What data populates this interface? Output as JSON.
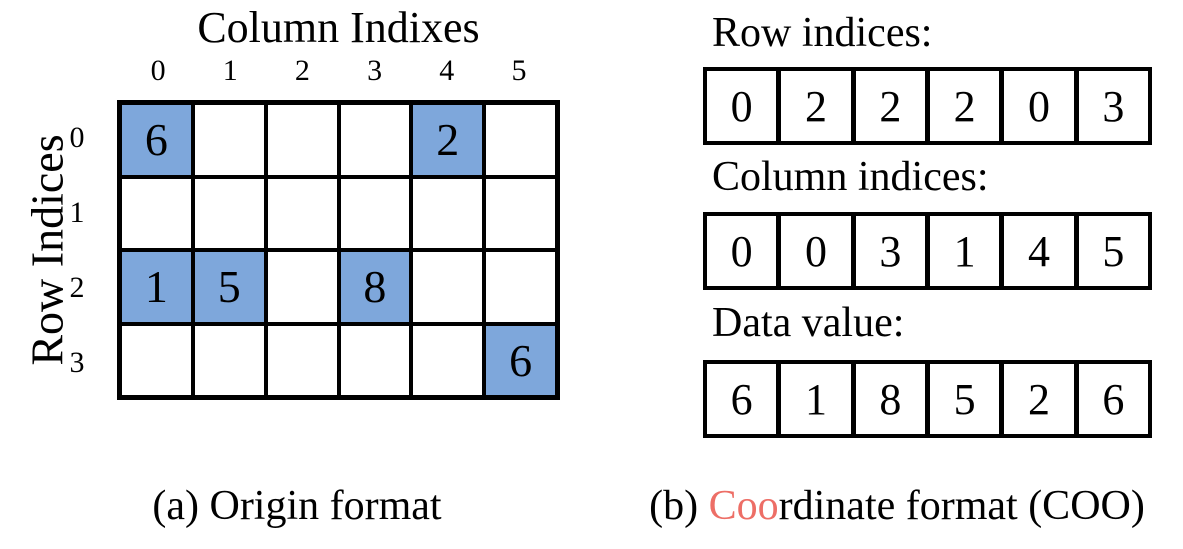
{
  "panel_a": {
    "title": "Column Indixes",
    "row_axis_label": "Row Indices",
    "column_labels": [
      "0",
      "1",
      "2",
      "3",
      "4",
      "5"
    ],
    "row_labels": [
      "0",
      "1",
      "2",
      "3"
    ],
    "caption": "(a) Origin format",
    "fill_color": "#7EA7DB",
    "grid": {
      "rows": 4,
      "cols": 6,
      "cells": [
        [
          {
            "value": "6",
            "filled": true
          },
          {
            "value": "",
            "filled": false
          },
          {
            "value": "",
            "filled": false
          },
          {
            "value": "",
            "filled": false
          },
          {
            "value": "2",
            "filled": true
          },
          {
            "value": "",
            "filled": false
          }
        ],
        [
          {
            "value": "",
            "filled": false
          },
          {
            "value": "",
            "filled": false
          },
          {
            "value": "",
            "filled": false
          },
          {
            "value": "",
            "filled": false
          },
          {
            "value": "",
            "filled": false
          },
          {
            "value": "",
            "filled": false
          }
        ],
        [
          {
            "value": "1",
            "filled": true
          },
          {
            "value": "5",
            "filled": true
          },
          {
            "value": "",
            "filled": false
          },
          {
            "value": "8",
            "filled": true
          },
          {
            "value": "",
            "filled": false
          },
          {
            "value": "",
            "filled": false
          }
        ],
        [
          {
            "value": "",
            "filled": false
          },
          {
            "value": "",
            "filled": false
          },
          {
            "value": "",
            "filled": false
          },
          {
            "value": "",
            "filled": false
          },
          {
            "value": "",
            "filled": false
          },
          {
            "value": "6",
            "filled": true
          }
        ]
      ]
    }
  },
  "panel_b": {
    "arrays": [
      {
        "label": "Row indices:",
        "values": [
          "0",
          "2",
          "2",
          "2",
          "0",
          "3"
        ]
      },
      {
        "label": "Column indices:",
        "values": [
          "0",
          "0",
          "3",
          "1",
          "4",
          "5"
        ]
      },
      {
        "label": "Data value:",
        "values": [
          "6",
          "1",
          "8",
          "5",
          "2",
          "6"
        ]
      }
    ],
    "caption": {
      "prefix": "(b) ",
      "highlight": "Coo",
      "suffix": "rdinate format (COO)",
      "highlight_color": "#ED6E66"
    }
  }
}
